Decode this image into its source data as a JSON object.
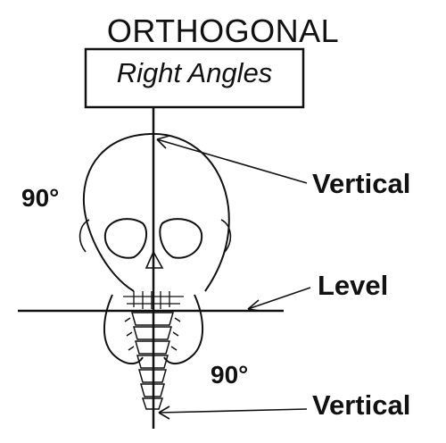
{
  "diagram": {
    "title": "ORTHOGONAL",
    "box_label": "Right Angles",
    "labels": {
      "vertical_top": "Vertical",
      "level": "Level",
      "vertical_bottom": "Vertical",
      "angle_top": "90°",
      "angle_bottom": "90°"
    },
    "colors": {
      "ink": "#111111",
      "background": "#ffffff"
    }
  }
}
